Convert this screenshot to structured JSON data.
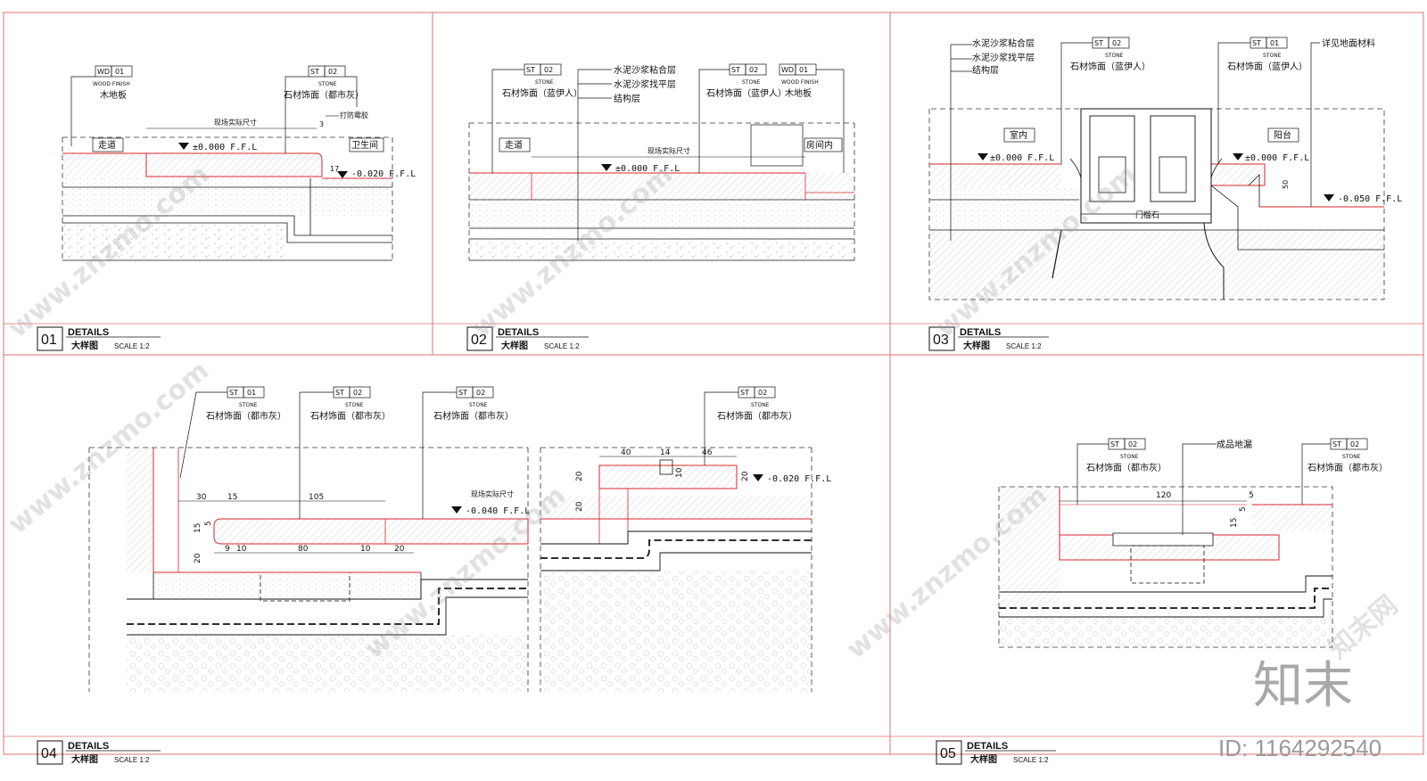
{
  "panels": [
    {
      "number": "01",
      "title": "DETAILS",
      "subtitle": "大样图",
      "scale": "SCALE  1:2"
    },
    {
      "number": "02",
      "title": "DETAILS",
      "subtitle": "大样图",
      "scale": "SCALE  1:2"
    },
    {
      "number": "03",
      "title": "DETAILS",
      "subtitle": "大样图",
      "scale": "SCALE  1:2"
    },
    {
      "number": "04",
      "title": "DETAILS",
      "subtitle": "大样图",
      "scale": "SCALE  1:2"
    },
    {
      "number": "05",
      "title": "DETAILS",
      "subtitle": "大样图",
      "scale": "SCALE  1:2"
    }
  ],
  "tags": {
    "wd": "WD",
    "st": "ST",
    "n01": "01",
    "n02": "02",
    "wood_finish": "WOOD FINISH",
    "stone": "STONE"
  },
  "materials": {
    "wood_floor": "木地板",
    "stone_gray": "石材饰面（都市灰）",
    "stone_blue": "石材饰面（蓝伊人）",
    "mortar_bond": "水泥沙浆粘合层",
    "mortar_level": "水泥沙浆找平层",
    "structure": "结构层",
    "see_floor": "详见地面材料",
    "floor_drain": "成品地漏",
    "mildew_glue": "打防霉胶",
    "threshold": "门槛石"
  },
  "rooms": {
    "corridor": "走道",
    "bathroom": "卫生间",
    "room_inside": "房间内",
    "indoor": "室内",
    "balcony": "阳台"
  },
  "annotations": {
    "site_size": "现场实际尺寸"
  },
  "levels": {
    "ffl_0": "±0.000 F.F.L",
    "ffl_m020": "-0.020 F.F.L",
    "ffl_m050": "-0.050 F.F.L",
    "ffl_m040": "-0.040 F.F.L"
  },
  "dims": {
    "d3": "3",
    "d17": "17",
    "d50": "50",
    "d30": "30",
    "d15": "15",
    "d105": "105",
    "d5": "5",
    "d20": "20",
    "d9": "9",
    "d10": "10",
    "d80": "80",
    "d40": "40",
    "d14": "14",
    "d46": "46",
    "d120": "120"
  },
  "watermark": {
    "site": "www.znzmo.com",
    "brand_cn": "知末网",
    "logo_cn": "知末",
    "id_text": "ID: 1164292540"
  },
  "colors": {
    "line": "#111111",
    "finish_red": "#d9262c",
    "frame_red": "#e07070",
    "hatch": "#9a9a9a",
    "watermark": "#9a9a9a"
  }
}
